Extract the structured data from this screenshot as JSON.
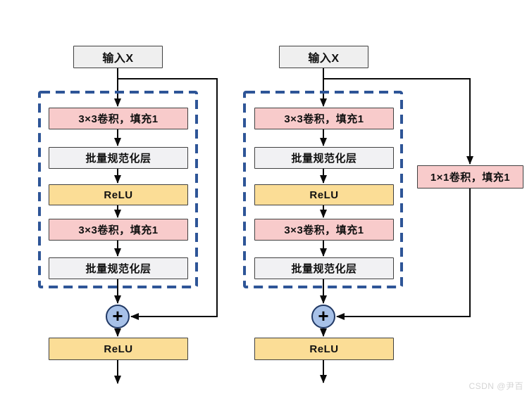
{
  "watermark": "CSDN @尹百",
  "colors": {
    "dashed_border": "#2E5597",
    "conv_fill": "#F8CBCB",
    "batchnorm_fill": "#F1F1F3",
    "relu_fill": "#FBDD96",
    "input_fill": "#EFEFEF",
    "box_border": "#404040",
    "plus_fill": "#A7C1E8",
    "plus_border": "#203864",
    "connector": "#0A0A0A"
  },
  "diagrams": [
    {
      "name": "residual-block",
      "input_label": "输入X",
      "plus_label": "+",
      "blocks": [
        {
          "label": "3×3卷积，填充1",
          "kind": "conv"
        },
        {
          "label": "批量规范化层",
          "kind": "batchnorm"
        },
        {
          "label": "ReLU",
          "kind": "relu"
        },
        {
          "label": "3×3卷积，填充1",
          "kind": "conv"
        },
        {
          "label": "批量规范化层",
          "kind": "batchnorm"
        }
      ],
      "output_label": "ReLU"
    },
    {
      "name": "residual-block-with-1x1-conv",
      "input_label": "输入X",
      "plus_label": "+",
      "blocks": [
        {
          "label": "3×3卷积，填充1",
          "kind": "conv"
        },
        {
          "label": "批量规范化层",
          "kind": "batchnorm"
        },
        {
          "label": "ReLU",
          "kind": "relu"
        },
        {
          "label": "3×3卷积，填充1",
          "kind": "conv"
        },
        {
          "label": "批量规范化层",
          "kind": "batchnorm"
        }
      ],
      "shortcut_label": "1×1卷积，填充1",
      "output_label": "ReLU"
    }
  ]
}
